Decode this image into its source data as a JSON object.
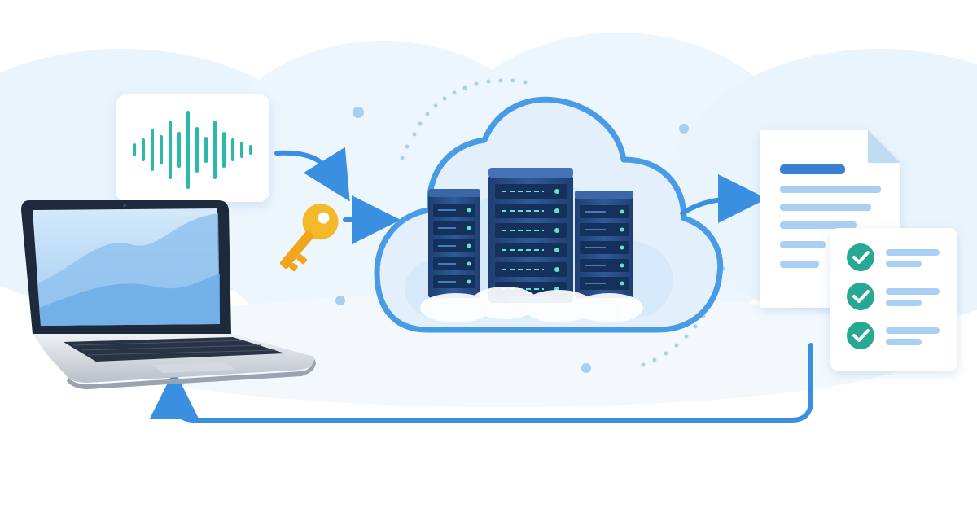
{
  "diagram": {
    "nodes": [
      {
        "id": "audio",
        "icon": "audio-waveform-icon"
      },
      {
        "id": "laptop",
        "icon": "laptop-icon"
      },
      {
        "id": "key",
        "icon": "key-icon"
      },
      {
        "id": "cloud",
        "icon": "cloud-server-icon"
      },
      {
        "id": "document",
        "icon": "document-icon"
      },
      {
        "id": "checklist",
        "icon": "checklist-icon"
      }
    ],
    "edges": [
      {
        "from": "audio",
        "to": "cloud"
      },
      {
        "from": "key",
        "to": "cloud"
      },
      {
        "from": "cloud",
        "to": "document"
      },
      {
        "from": "document",
        "to": "laptop"
      }
    ]
  },
  "checklist": {
    "checked_count": 3
  },
  "colors": {
    "accent": "#3b8fe0",
    "accent_light": "#bfdcf5",
    "background_cloud": "#eaf4fc",
    "waveform": "#2cb9aa",
    "server_dark": "#2a4f88",
    "server_led": "#5fe3cc",
    "key": "#f5b82a",
    "check": "#26a892",
    "laptop_screen": "#bddcf7"
  }
}
